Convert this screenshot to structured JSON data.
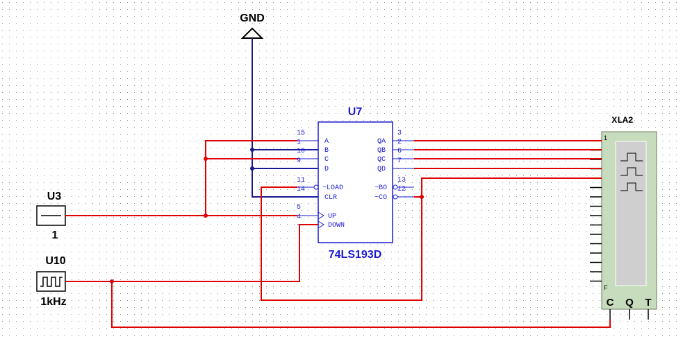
{
  "gnd": {
    "label": "GND"
  },
  "u7": {
    "ref": "U7",
    "part": "74LS193D",
    "left_pins": [
      {
        "name": "A",
        "num": "15"
      },
      {
        "name": "B",
        "num": "1"
      },
      {
        "name": "C",
        "num": "10"
      },
      {
        "name": "D",
        "num": "9"
      },
      {
        "name": "~LOAD",
        "num": "11"
      },
      {
        "name": "CLR",
        "num": "14"
      },
      {
        "name": "UP",
        "num": "5"
      },
      {
        "name": "DOWN",
        "num": "4"
      }
    ],
    "right_pins": [
      {
        "name": "QA",
        "num": "3"
      },
      {
        "name": "QB",
        "num": "2"
      },
      {
        "name": "QC",
        "num": "6"
      },
      {
        "name": "QD",
        "num": "7"
      },
      {
        "name": "~BO",
        "num": "13"
      },
      {
        "name": "~CO",
        "num": "12"
      }
    ]
  },
  "u3": {
    "ref": "U3",
    "value": "1"
  },
  "u10": {
    "ref": "U10",
    "value": "1kHz"
  },
  "xla2": {
    "ref": "XLA2",
    "first_pin": "1",
    "last_pin": "F",
    "bottom_pins": [
      "C",
      "Q",
      "T"
    ]
  },
  "colors": {
    "wire": "#e00000",
    "ground_wire": "#1a1a8c",
    "component_text": "#1a1ad0",
    "analyzer_fill": "#c6dcbc"
  }
}
